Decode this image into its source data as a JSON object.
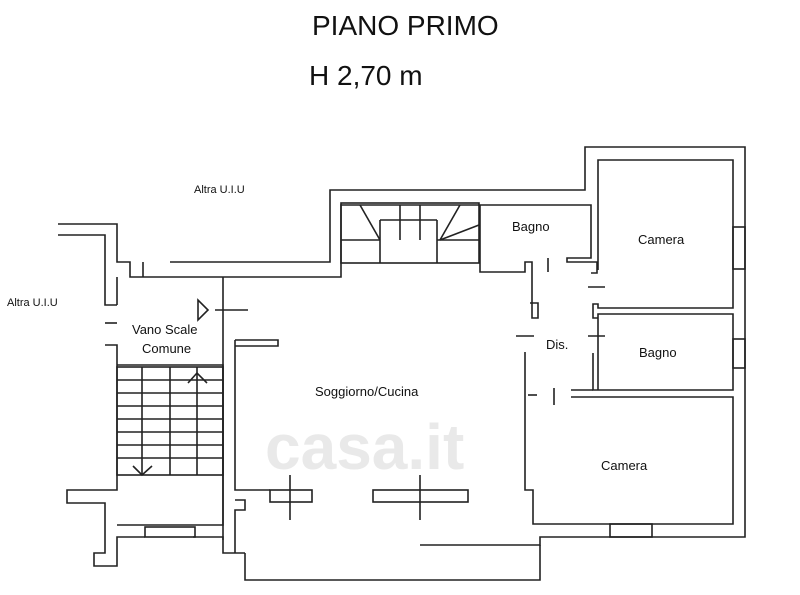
{
  "header": {
    "title": "PIANO PRIMO",
    "height": "H 2,70 m"
  },
  "labels": {
    "altra_top": "Altra U.I.U",
    "altra_left": "Altra U.I.U",
    "vano_scale_1": "Vano Scale",
    "vano_scale_2": "Comune",
    "soggiorno": "Soggiorno/Cucina",
    "bagno_1": "Bagno",
    "camera_1": "Camera",
    "dis": "Dis.",
    "bagno_2": "Bagno",
    "camera_2": "Camera"
  },
  "watermark": "casa.it"
}
